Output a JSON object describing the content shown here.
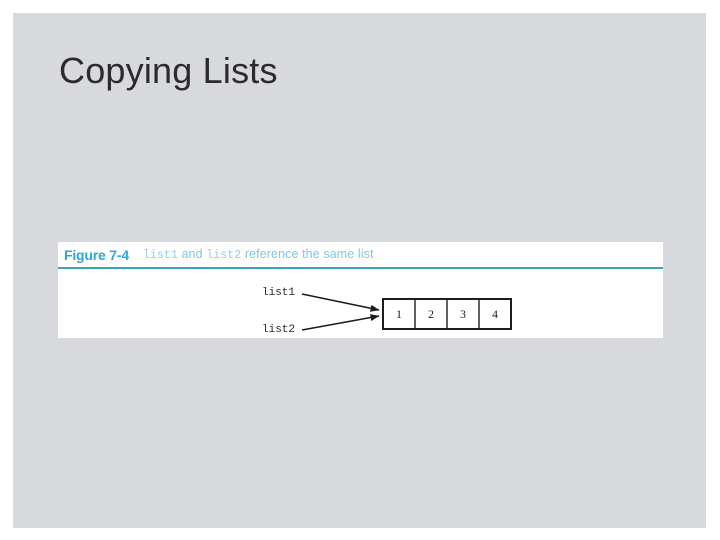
{
  "slide": {
    "title": "Copying Lists",
    "background_color": "#d7d9dc",
    "page_background_color": "#ffffff"
  },
  "figure": {
    "label": "Figure 7-4",
    "label_color": "#2aa9d3",
    "rule_color": "#3aa2bd",
    "caption_color": "#7fc7e3",
    "caption_parts": {
      "var1": "list1",
      "conjunction": " and ",
      "var2": "list2",
      "tail": " reference the same list"
    },
    "caption_full": "list1 and list2 reference the same list",
    "panel_background": "#ffffff",
    "diagram": {
      "pointers": [
        {
          "name": "list1",
          "label": "list1",
          "position": "top"
        },
        {
          "name": "list2",
          "label": "list2",
          "position": "bottom"
        }
      ],
      "list_cells": [
        "1",
        "2",
        "3",
        "4"
      ],
      "arrow_color": "#1c1c1c",
      "box_border_color": "#1c1c1c"
    }
  }
}
